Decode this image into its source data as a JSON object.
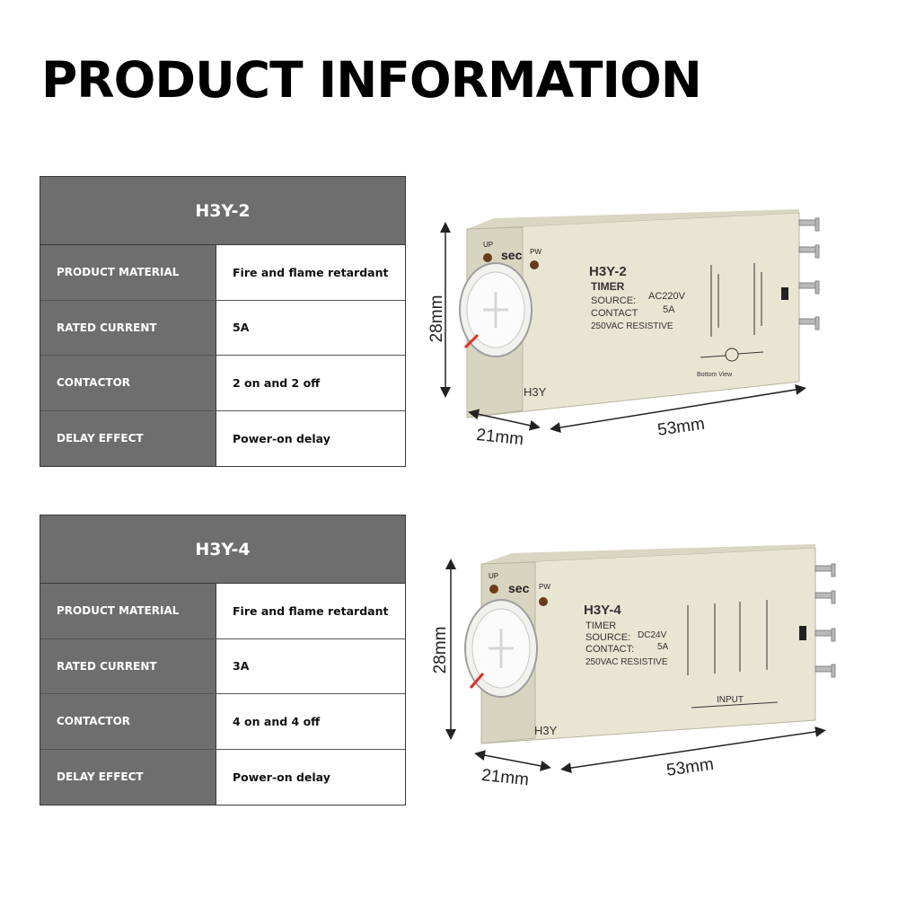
{
  "title": "PRODUCT INFORMATION",
  "products": [
    {
      "model": "H3Y-2",
      "rows": [
        {
          "label": "PRODUCT MATERIAL",
          "value": "Fire and flame retardant"
        },
        {
          "label": "RATED CURRENT",
          "value": "5A"
        },
        {
          "label": "CONTACTOR",
          "value": "2 on and 2 off"
        },
        {
          "label": "DELAY EFFECT",
          "value": "Power-on delay"
        }
      ],
      "image": {
        "dim_height": "28mm",
        "dim_depth": "21mm",
        "dim_width": "53mm",
        "face_model": "H3Y-2",
        "face_type": "TIMER",
        "face_source_label": "SOURCE:",
        "face_source_value": "AC220V",
        "face_contact_label": "CONTACT",
        "face_contact_value": "5A",
        "face_resistive": "250VAC RESISTIVE",
        "brand": "H3Y",
        "dial_up": "UP",
        "dial_sec": "sec",
        "dial_pw": "PW",
        "bottom_note": "Bottom View"
      }
    },
    {
      "model": "H3Y-4",
      "rows": [
        {
          "label": "PRODUCT MATERIAL",
          "value": "Fire and flame retardant"
        },
        {
          "label": "RATED CURRENT",
          "value": "3A"
        },
        {
          "label": "CONTACTOR",
          "value": "4 on and 4 off"
        },
        {
          "label": "DELAY EFFECT",
          "value": "Power-on delay"
        }
      ],
      "image": {
        "dim_height": "28mm",
        "dim_depth": "21mm",
        "dim_width": "53mm",
        "face_model": "H3Y-4",
        "face_type": "TIMER",
        "face_source_label": "SOURCE:",
        "face_source_value": "DC24V",
        "face_contact_label": "CONTACT:",
        "face_contact_value": "5A",
        "face_resistive": "250VAC RESISTIVE",
        "brand": "H3Y",
        "dial_up": "UP",
        "dial_sec": "sec",
        "dial_pw": "PW",
        "input_label": "INPUT"
      }
    }
  ],
  "colors": {
    "header_bg": "#6e6e6e",
    "relay_body": "#e7e4d1",
    "dial_pointer": "#e0301e"
  }
}
